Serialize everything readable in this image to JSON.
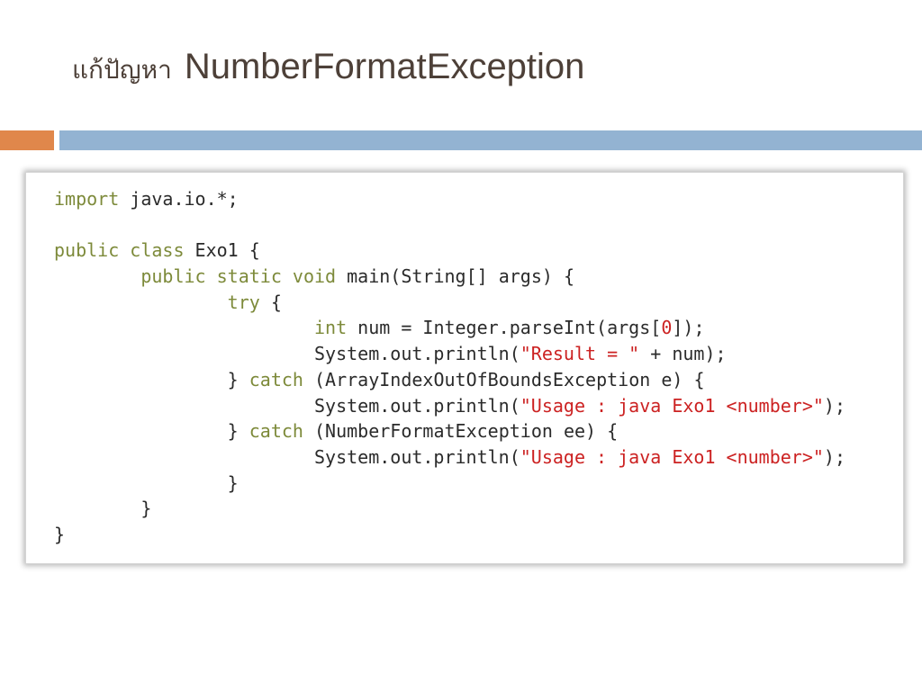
{
  "slide": {
    "title_thai": "แก้ปัญหา",
    "title_en": "NumberFormatException"
  },
  "code": {
    "lines": [
      [
        {
          "t": "kw",
          "v": "import"
        },
        {
          "t": "tx",
          "v": " java.io.*;"
        }
      ],
      [],
      [
        {
          "t": "kw",
          "v": "public class"
        },
        {
          "t": "tx",
          "v": " Exo1 {"
        }
      ],
      [
        {
          "t": "tx",
          "v": "        "
        },
        {
          "t": "kw",
          "v": "public static void"
        },
        {
          "t": "tx",
          "v": " main(String[] args) {"
        }
      ],
      [
        {
          "t": "tx",
          "v": "                "
        },
        {
          "t": "kw",
          "v": "try"
        },
        {
          "t": "tx",
          "v": " {"
        }
      ],
      [
        {
          "t": "tx",
          "v": "                        "
        },
        {
          "t": "kw",
          "v": "int"
        },
        {
          "t": "tx",
          "v": " num = Integer.parseInt(args["
        },
        {
          "t": "num",
          "v": "0"
        },
        {
          "t": "tx",
          "v": "]);"
        }
      ],
      [
        {
          "t": "tx",
          "v": "                        System.out.println("
        },
        {
          "t": "str",
          "v": "\"Result = \""
        },
        {
          "t": "tx",
          "v": " + num);"
        }
      ],
      [
        {
          "t": "tx",
          "v": "                } "
        },
        {
          "t": "kw",
          "v": "catch"
        },
        {
          "t": "tx",
          "v": " (ArrayIndexOutOfBoundsException e) {"
        }
      ],
      [
        {
          "t": "tx",
          "v": "                        System.out.println("
        },
        {
          "t": "str",
          "v": "\"Usage : java Exo1 <number>\""
        },
        {
          "t": "tx",
          "v": ");"
        }
      ],
      [
        {
          "t": "tx",
          "v": "                } "
        },
        {
          "t": "kw",
          "v": "catch"
        },
        {
          "t": "tx",
          "v": " (NumberFormatException ee) {"
        }
      ],
      [
        {
          "t": "tx",
          "v": "                        System.out.println("
        },
        {
          "t": "str",
          "v": "\"Usage : java Exo1 <number>\""
        },
        {
          "t": "tx",
          "v": ");"
        }
      ],
      [
        {
          "t": "tx",
          "v": "                }"
        }
      ],
      [
        {
          "t": "tx",
          "v": "        }"
        }
      ],
      [
        {
          "t": "tx",
          "v": "}"
        }
      ]
    ]
  },
  "colors": {
    "title": "#4d4038",
    "accent_orange": "#e0874b",
    "accent_blue": "#93b3d2",
    "keyword": "#7d8a3a",
    "string": "#cc2222",
    "text": "#2b2b2b"
  }
}
